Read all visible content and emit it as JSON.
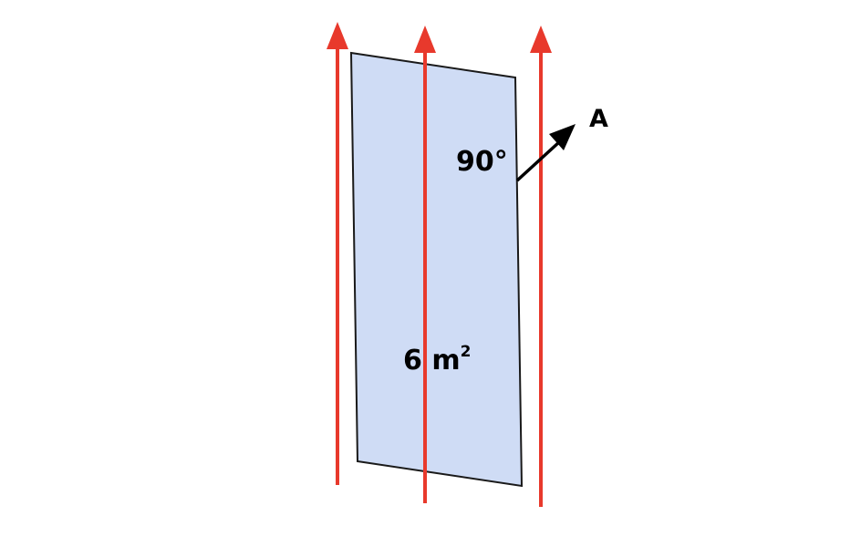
{
  "labels": {
    "angle": "90°",
    "vector": "A",
    "area_value": "6 m",
    "area_exponent": "2"
  },
  "colors": {
    "field_line": "#e8392c",
    "surface_fill": "#cfdcf5",
    "surface_stroke": "#1a1a1a",
    "vector": "#000000",
    "background": "#ffffff"
  },
  "icons": {
    "field_line": "upward-arrow-icon",
    "area_vector": "diagonal-arrow-icon"
  }
}
